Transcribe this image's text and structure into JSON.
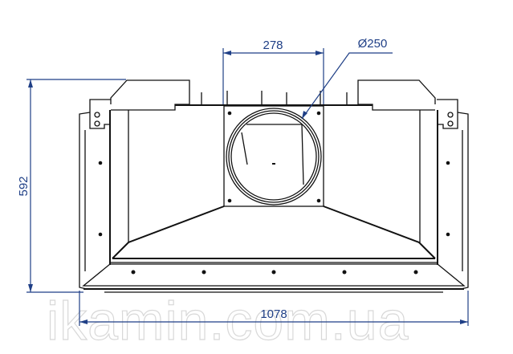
{
  "drawing": {
    "dimensions": {
      "flue_plate_width": "278",
      "flue_diameter": "Ø250",
      "height": "592",
      "width": "1078"
    },
    "watermark": "ikamin.com.ua",
    "colors": {
      "dimension": "#1f3f86",
      "outline": "#111111",
      "watermark": "#d8d8d8"
    }
  }
}
